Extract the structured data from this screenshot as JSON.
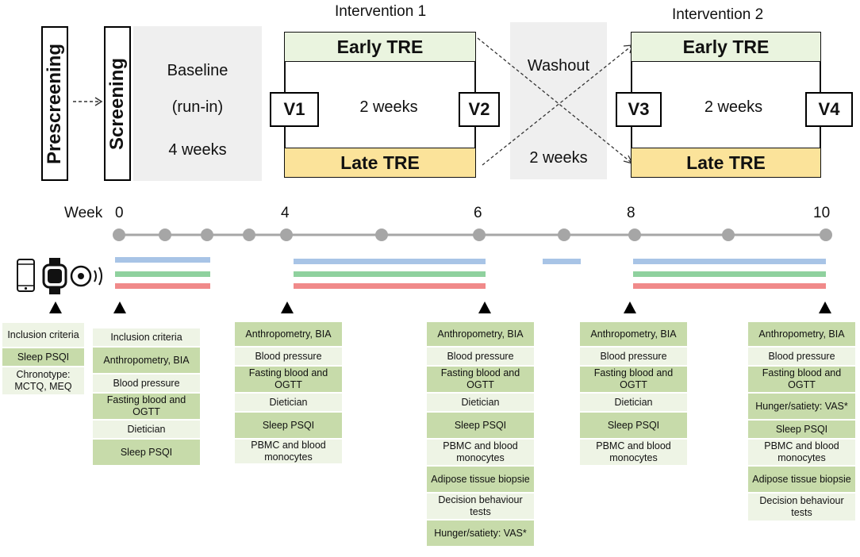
{
  "design": {
    "prescreening": "Prescreening",
    "screening": "Screening",
    "baseline_line1": "Baseline",
    "baseline_line2": "(run-in)",
    "baseline_duration": "4 weeks",
    "intervention1_title": "Intervention 1",
    "intervention2_title": "Intervention 2",
    "early_tre": "Early TRE",
    "late_tre": "Late TRE",
    "duration": "2 weeks",
    "washout": "Washout",
    "washout_duration": "2 weeks",
    "visits": [
      "V1",
      "V2",
      "V3",
      "V4"
    ]
  },
  "timeline": {
    "week_label": "Week",
    "week_ticks": [
      "0",
      "4",
      "6",
      "8",
      "10"
    ],
    "colors": {
      "blue": "#a8c4e6",
      "green": "#8fd19e",
      "red": "#f08a8a",
      "dot": "#a6a6a6",
      "line": "#a6a6a6"
    }
  },
  "icons": [
    "smartphone-icon",
    "smartwatch-icon",
    "sensor-icon"
  ],
  "columns": [
    {
      "id": "prescreening",
      "cells": [
        {
          "text": "Inclusion criteria",
          "shade": "light"
        },
        {
          "text": "Sleep PSQI",
          "shade": "dark"
        },
        {
          "text": "Chronotype: MCTQ, MEQ",
          "shade": "light"
        }
      ]
    },
    {
      "id": "screening",
      "cells": [
        {
          "text": "Inclusion criteria",
          "shade": "light"
        },
        {
          "text": "Anthropometry, BIA",
          "shade": "dark"
        },
        {
          "text": "Blood pressure",
          "shade": "light"
        },
        {
          "text": "Fasting blood and OGTT",
          "shade": "dark"
        },
        {
          "text": "Dietician",
          "shade": "light"
        },
        {
          "text": "Sleep PSQI",
          "shade": "dark"
        }
      ]
    },
    {
      "id": "v1",
      "cells": [
        {
          "text": "Anthropometry, BIA",
          "shade": "dark"
        },
        {
          "text": "Blood pressure",
          "shade": "light"
        },
        {
          "text": "Fasting blood and OGTT",
          "shade": "dark"
        },
        {
          "text": "Dietician",
          "shade": "light"
        },
        {
          "text": "Sleep PSQI",
          "shade": "dark"
        },
        {
          "text": "PBMC and blood monocytes",
          "shade": "light"
        }
      ]
    },
    {
      "id": "v2",
      "cells": [
        {
          "text": "Anthropometry, BIA",
          "shade": "dark"
        },
        {
          "text": "Blood pressure",
          "shade": "light"
        },
        {
          "text": "Fasting blood and OGTT",
          "shade": "dark"
        },
        {
          "text": "Dietician",
          "shade": "light"
        },
        {
          "text": "Sleep PSQI",
          "shade": "dark"
        },
        {
          "text": "PBMC and blood monocytes",
          "shade": "light"
        },
        {
          "text": "Adipose tissue biopsie",
          "shade": "dark"
        },
        {
          "text": "Decision behaviour tests",
          "shade": "light"
        },
        {
          "text": "Hunger/satiety: VAS*",
          "shade": "dark"
        }
      ]
    },
    {
      "id": "v3",
      "cells": [
        {
          "text": "Anthropometry, BIA",
          "shade": "dark"
        },
        {
          "text": "Blood pressure",
          "shade": "light"
        },
        {
          "text": "Fasting blood and OGTT",
          "shade": "dark"
        },
        {
          "text": "Dietician",
          "shade": "light"
        },
        {
          "text": "Sleep PSQI",
          "shade": "dark"
        },
        {
          "text": "PBMC and blood monocytes",
          "shade": "light"
        }
      ]
    },
    {
      "id": "v4",
      "cells": [
        {
          "text": "Anthropometry, BIA",
          "shade": "dark"
        },
        {
          "text": "Blood pressure",
          "shade": "light"
        },
        {
          "text": "Fasting blood and OGTT",
          "shade": "dark"
        },
        {
          "text": "Hunger/satiety: VAS*",
          "shade": "dark"
        },
        {
          "text": "Sleep PSQI",
          "shade": "dark"
        },
        {
          "text": "PBMC and blood monocytes",
          "shade": "light"
        },
        {
          "text": "Adipose tissue biopsie",
          "shade": "dark"
        },
        {
          "text": "Decision behaviour tests",
          "shade": "light"
        }
      ]
    }
  ]
}
